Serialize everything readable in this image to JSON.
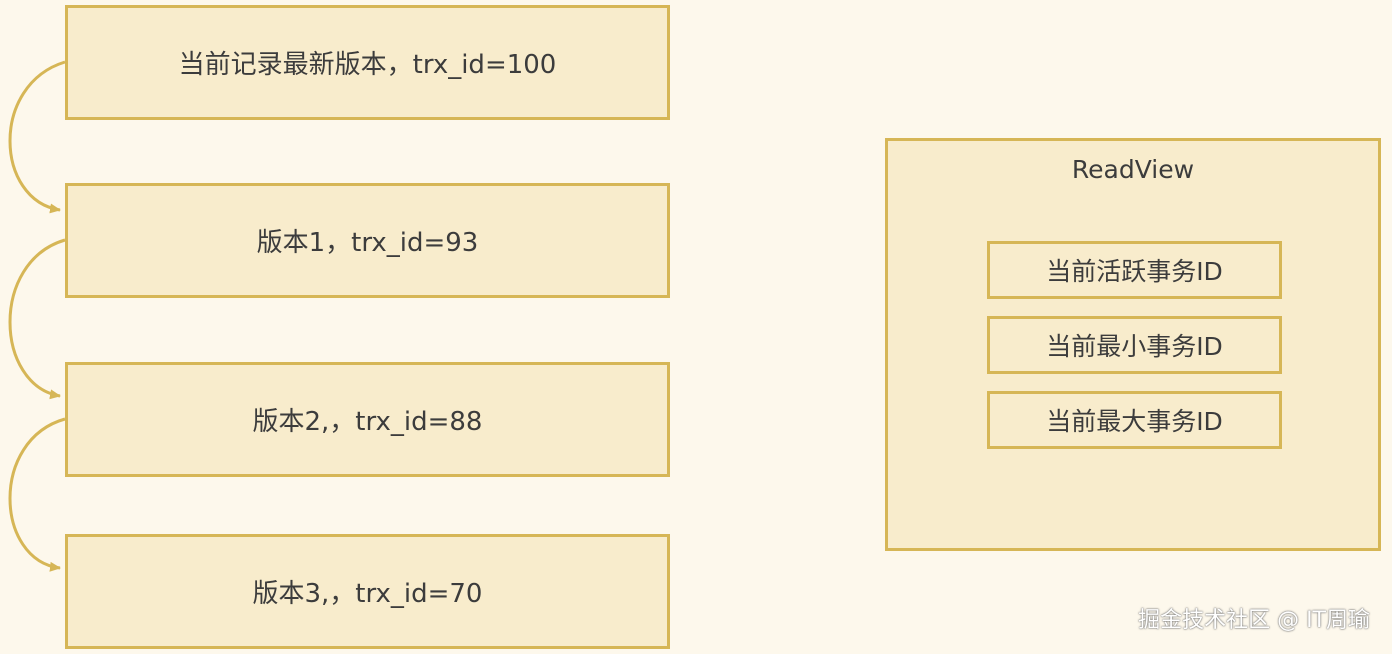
{
  "versions": [
    {
      "label": "当前记录最新版本，trx_id=100"
    },
    {
      "label": "版本1，trx_id=93"
    },
    {
      "label": "版本2,，trx_id=88"
    },
    {
      "label": "版本3,，trx_id=70"
    }
  ],
  "readview": {
    "title": "ReadView",
    "items": [
      "当前活跃事务ID",
      "当前最小事务ID",
      "当前最大事务ID"
    ]
  },
  "watermark": "掘金技术社区 @ IT周瑜",
  "colors": {
    "background": "#fdf8ec",
    "box_fill": "#f8eccc",
    "box_border": "#d6b656",
    "text": "#3c3c3c"
  }
}
